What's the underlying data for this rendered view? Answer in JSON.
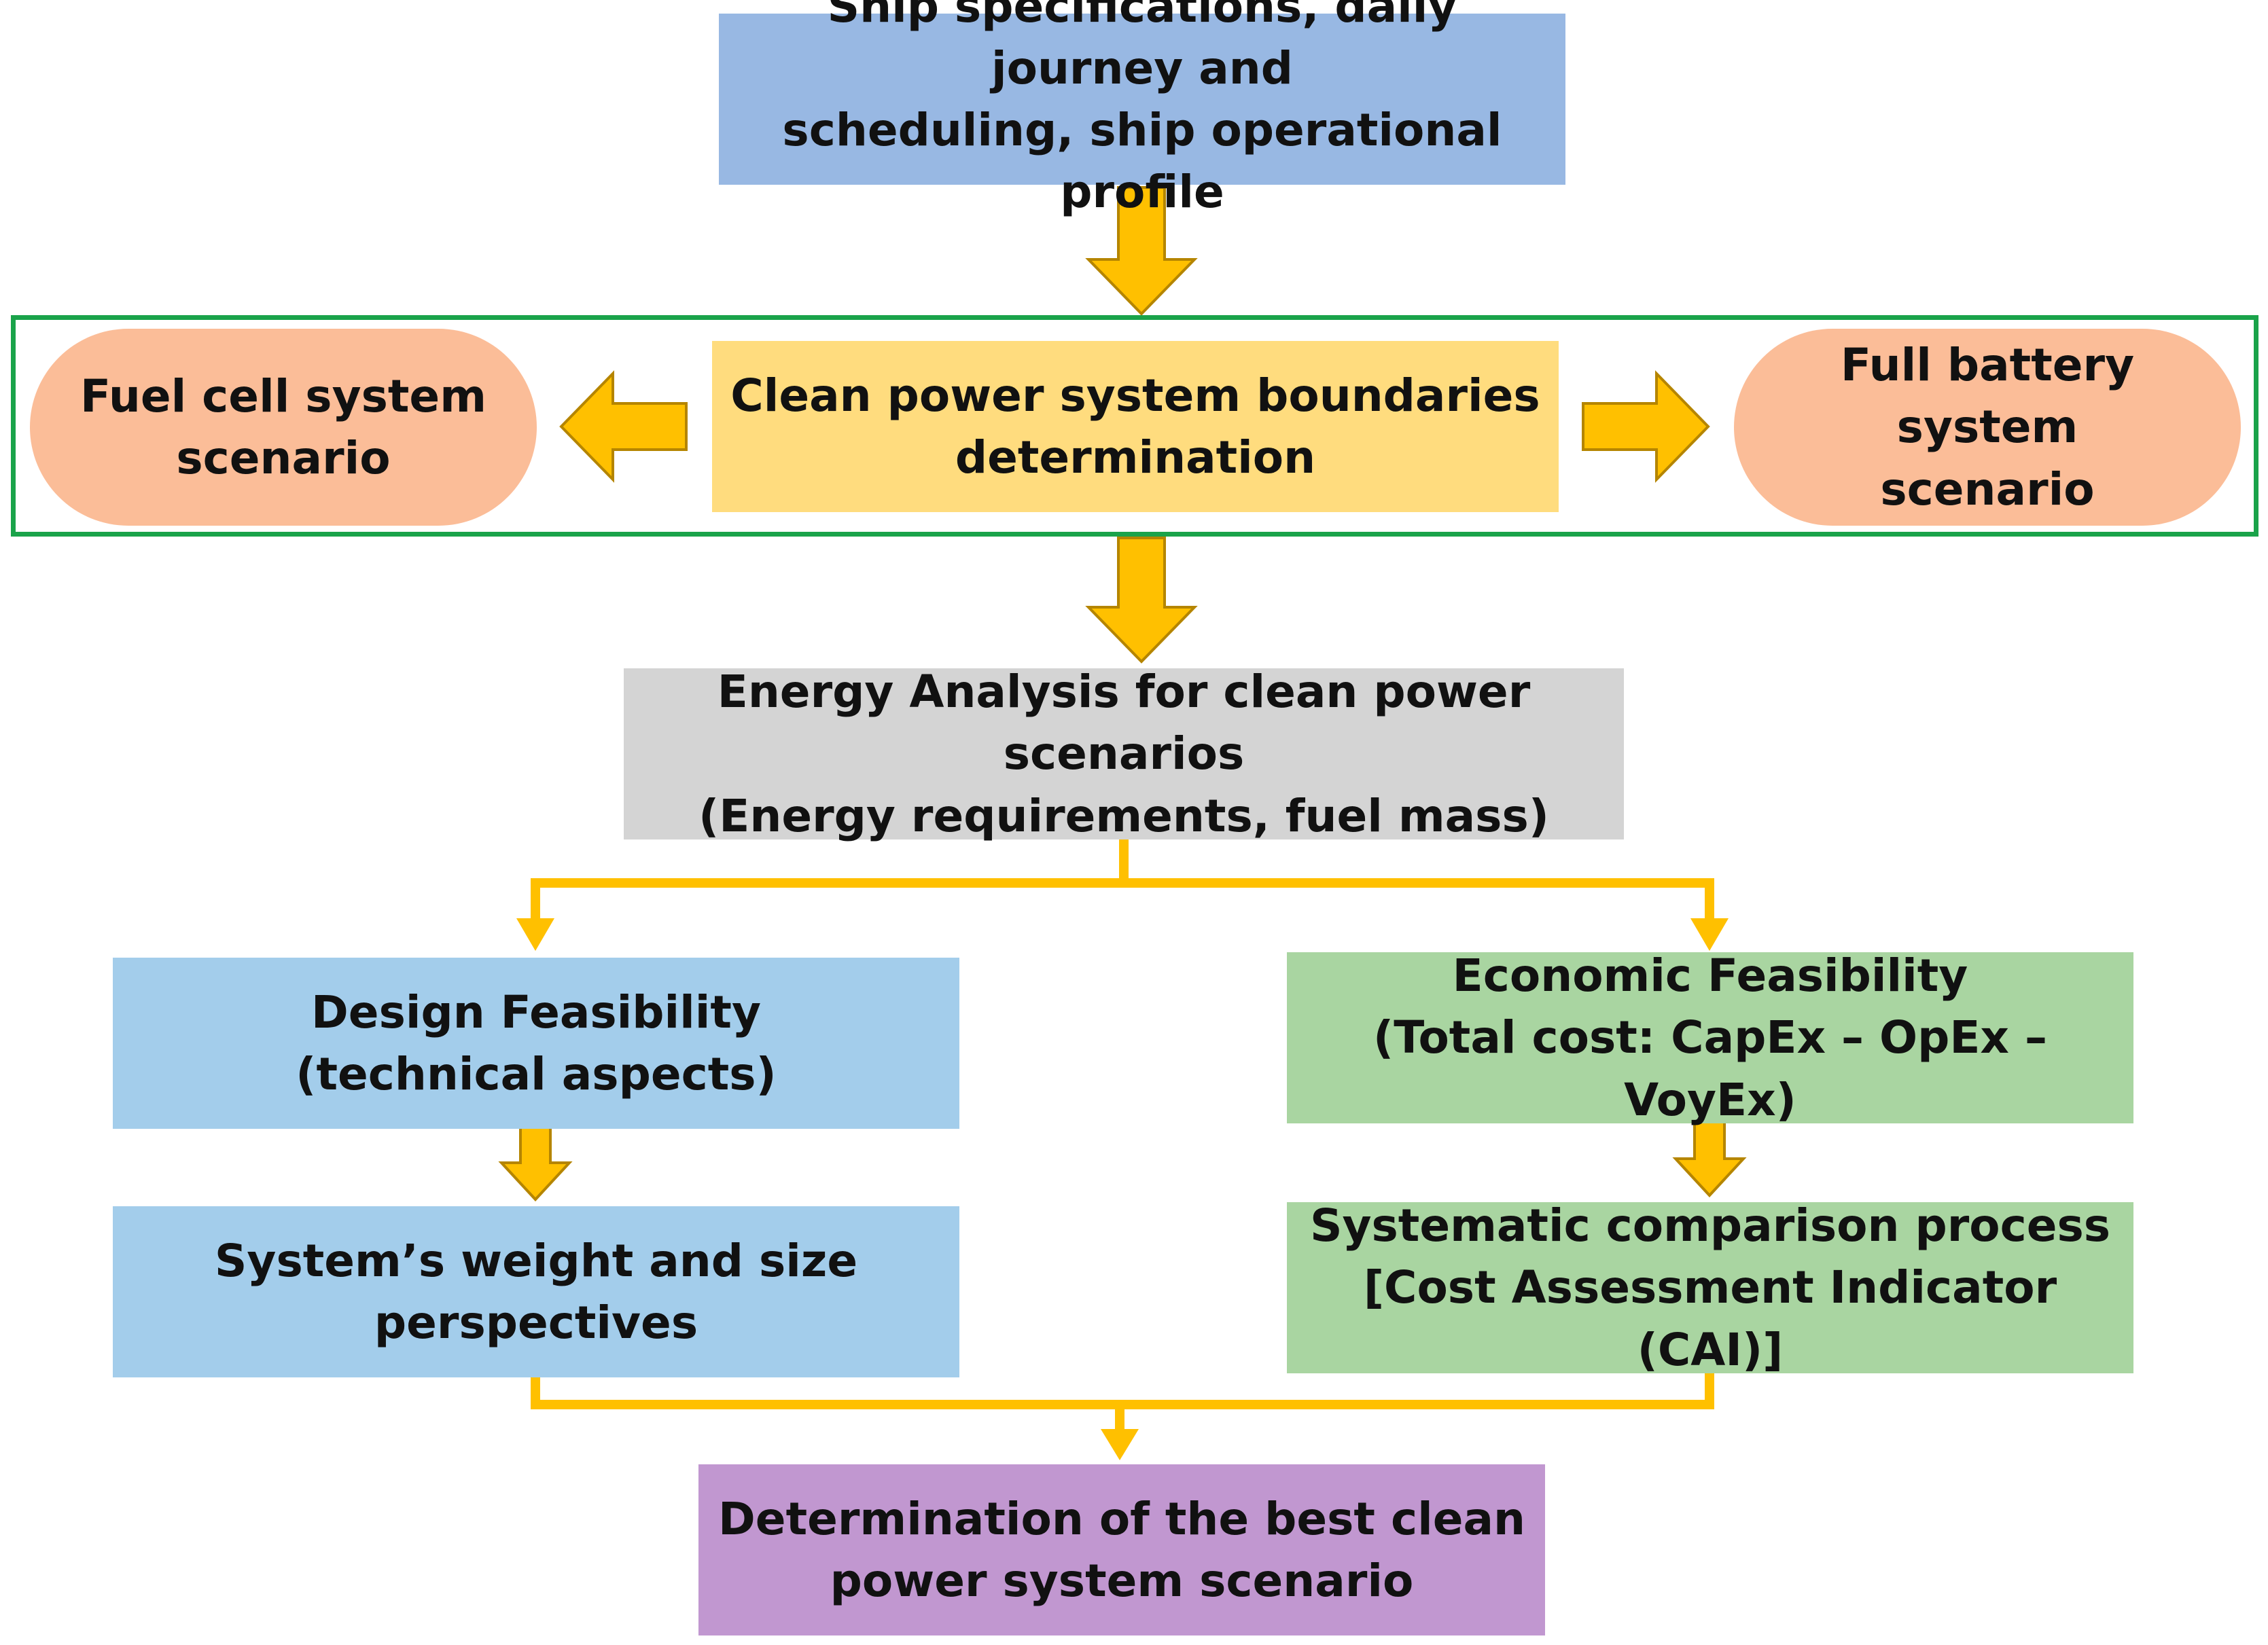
{
  "colors": {
    "top_box": "#98b8e3",
    "center_box": "#ffdc7e",
    "scenario_pill": "#fbbd98",
    "analysis_box": "#d4d4d4",
    "design_box": "#a3cdeb",
    "economic_box": "#a9d5a1",
    "final_box": "#c197d0",
    "arrow_fill": "#ffc000",
    "arrow_stroke": "#b58500",
    "connector": "#ffc000",
    "frame": "#1aa34a"
  },
  "nodes": {
    "inputs": [
      "Ship specifications, daily journey and",
      "scheduling, ship operational profile"
    ],
    "boundaries": [
      "Clean power system boundaries",
      "determination"
    ],
    "fuel_cell": [
      "Fuel cell system",
      "scenario"
    ],
    "battery": [
      "Full battery system",
      "scenario"
    ],
    "energy": [
      "Energy Analysis for clean power scenarios",
      "(Energy requirements, fuel mass)"
    ],
    "design": [
      "Design Feasibility",
      "(technical aspects)"
    ],
    "weight": [
      "System’s weight and size perspectives"
    ],
    "economic": [
      "Economic Feasibility",
      "(Total cost: CapEx – OpEx – VoyEx)"
    ],
    "comparison": [
      "Systematic comparison process",
      "[Cost Assessment Indicator (CAI)]"
    ],
    "final": [
      "Determination of the best clean",
      "power system scenario"
    ]
  }
}
